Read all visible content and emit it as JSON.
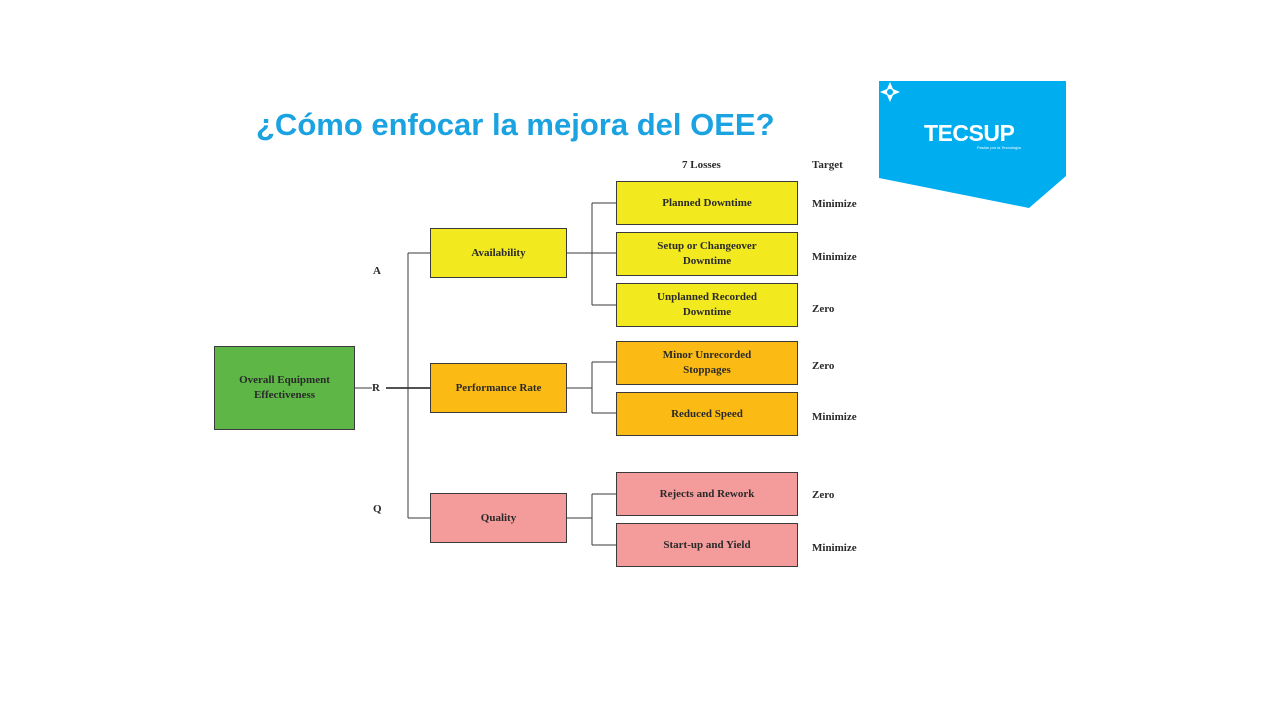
{
  "slide": {
    "title": "¿Cómo enfocar la mejora del OEE?"
  },
  "logo": {
    "name": "TECSUP",
    "tagline": "Pasión por la Tecnología",
    "background_color": "#00aeef"
  },
  "diagram": {
    "headers": {
      "losses": "7 Losses",
      "target": "Target"
    },
    "root": {
      "label": "Overall Equipment Effectiveness",
      "color": "#5db645"
    },
    "branch_letters": {
      "availability": "A",
      "performance": "R",
      "quality": "Q"
    },
    "factors": {
      "availability": {
        "label": "Availability",
        "color": "#f2ea1e"
      },
      "performance": {
        "label": "Performance Rate",
        "color": "#fbbb14"
      },
      "quality": {
        "label": "Quality",
        "color": "#f49b9b"
      }
    },
    "losses": [
      {
        "label": "Planned Downtime",
        "target": "Minimize"
      },
      {
        "label": "Setup or Changeover Downtime",
        "target": "Minimize"
      },
      {
        "label": "Unplanned Recorded Downtime",
        "target": "Zero"
      },
      {
        "label": "Minor Unrecorded Stoppages",
        "target": "Zero"
      },
      {
        "label": "Reduced Speed",
        "target": "Minimize"
      },
      {
        "label": "Rejects and Rework",
        "target": "Zero"
      },
      {
        "label": "Start-up and Yield",
        "target": "Minimize"
      }
    ]
  }
}
